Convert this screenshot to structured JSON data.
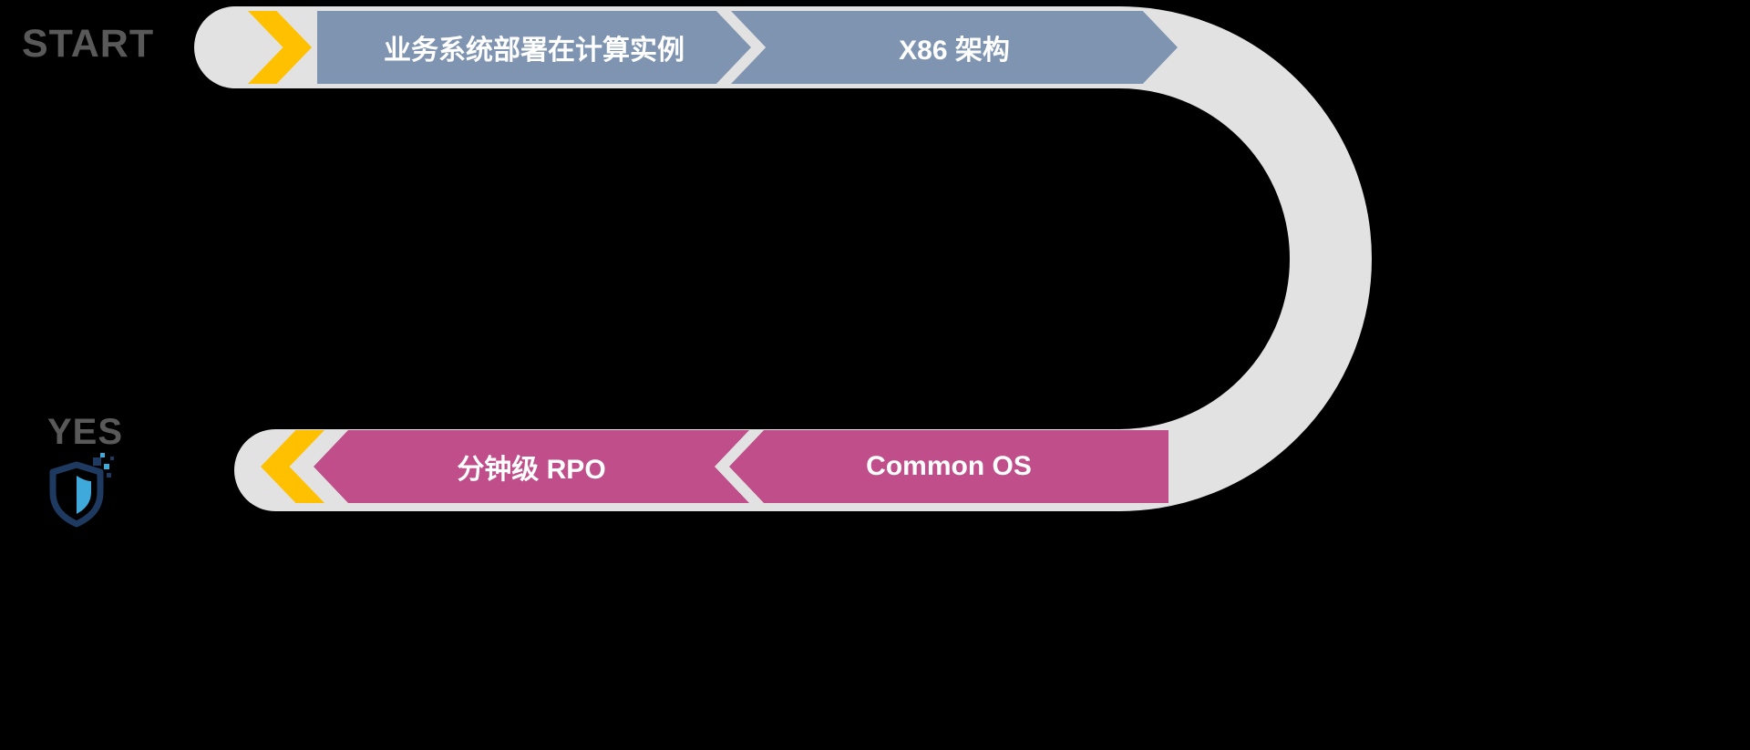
{
  "page": {
    "background_color": "#000000"
  },
  "flow": {
    "start_label": "START",
    "yes_label": "YES",
    "label_color": "#595959",
    "band_color": "#E2E2E2",
    "chevron_color": "#FFC000",
    "top_row": {
      "color": "#7F94B1",
      "direction": "right",
      "steps": [
        {
          "label": "业务系统部署在计算实例"
        },
        {
          "label": "X86 架构"
        }
      ]
    },
    "bottom_row": {
      "color": "#BF4E8A",
      "direction": "left",
      "steps": [
        {
          "label": "分钟级 RPO"
        },
        {
          "label": "Common OS"
        }
      ]
    },
    "icon": {
      "name": "data-protection-shield-icon",
      "outline_color": "#1F3A60",
      "accent_color": "#3FA9DC"
    }
  }
}
